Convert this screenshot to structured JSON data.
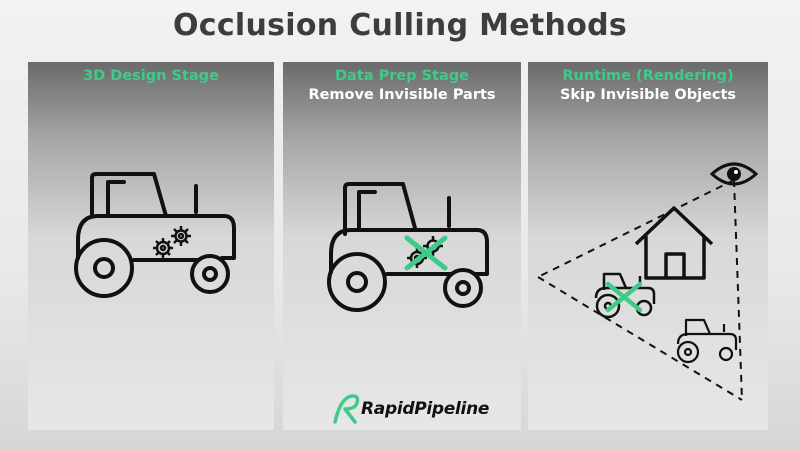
{
  "title": "Occlusion Culling Methods",
  "panels": [
    {
      "heading": "3D Design Stage",
      "subheading": ""
    },
    {
      "heading": "Data Prep Stage",
      "subheading": "Remove Invisible Parts"
    },
    {
      "heading": "Runtime (Rendering)",
      "subheading": "Skip Invisible Objects"
    }
  ],
  "logo": {
    "text": "RapidPipeline"
  },
  "colors": {
    "accent": "#3ecb8a",
    "line": "#111111",
    "title": "#3d3d3d"
  },
  "icons": [
    "tractor-icon",
    "gear-icon",
    "cross-mark-icon",
    "eye-icon",
    "house-icon"
  ]
}
